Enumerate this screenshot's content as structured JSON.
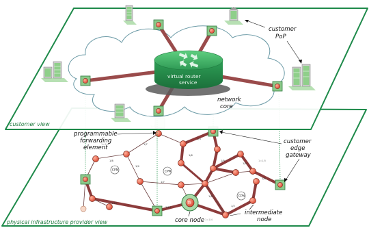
{
  "views": {
    "customer": "customer view",
    "physical": "physical infrastructure provider view"
  },
  "router": {
    "line1": "virtual router",
    "line2": "service"
  },
  "annotations": {
    "network_core": [
      "network",
      "core"
    ],
    "customer_pop": [
      "customer",
      "PoP"
    ],
    "forwarding_element": [
      "programmable",
      "forwarding",
      "element"
    ],
    "edge_gateway": [
      "customer",
      "edge",
      "gateway"
    ],
    "core_node": "core node",
    "intermediate_node": [
      "intermediate",
      "node"
    ]
  },
  "cpn_label": "CPN",
  "core_node_number": "15",
  "colors": {
    "plane_border": "#1e8a4a",
    "plane_fill": "#ffffff",
    "link": "#8c3b3b",
    "node": "#e85a45",
    "gateway": "#8cc98a",
    "router": "#2f9a55"
  }
}
